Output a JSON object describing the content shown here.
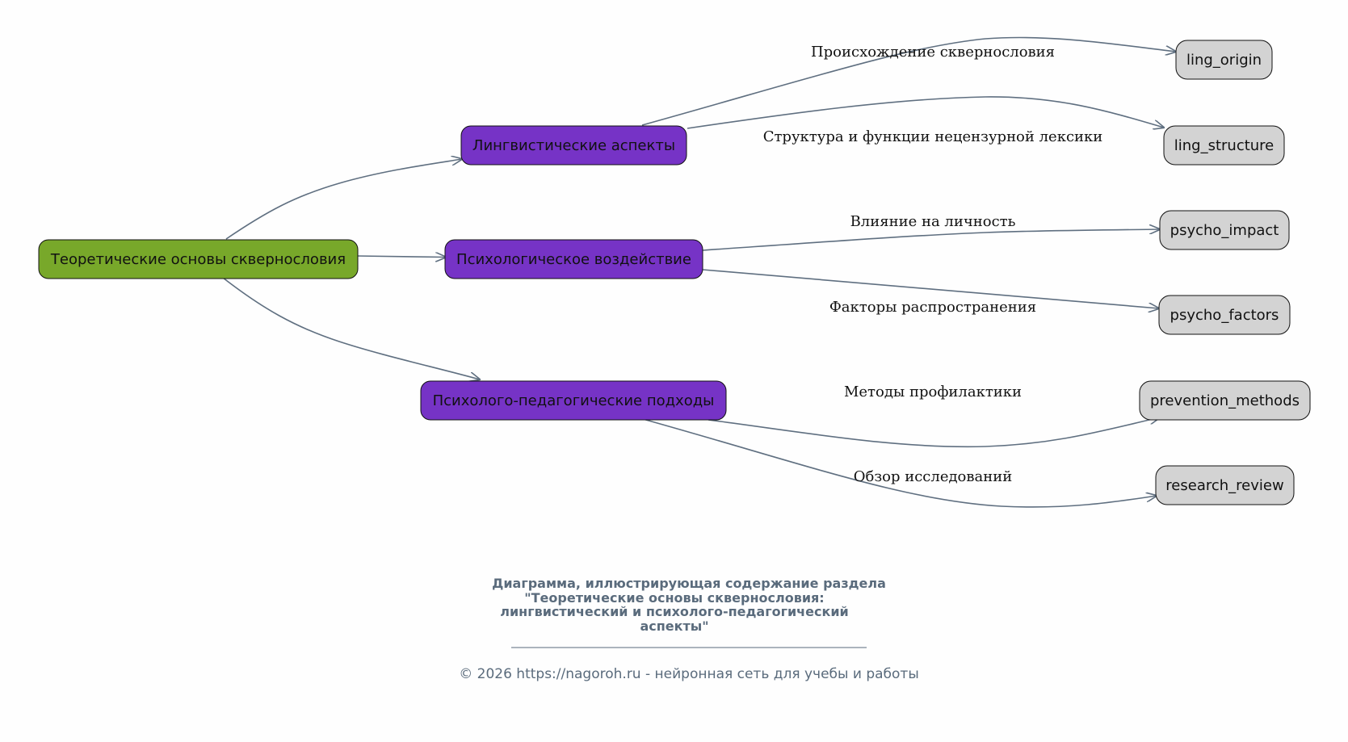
{
  "colors": {
    "root": "#78a82a",
    "category": "#7633c6",
    "leaf": "#d3d3d3",
    "edge": "#5f6f80",
    "caption": "#5a6b7c"
  },
  "nodes": {
    "root": {
      "label": "Теоретические основы сквернословия"
    },
    "ling": {
      "label": "Лингвистические аспекты"
    },
    "psycho": {
      "label": "Психологическое воздействие"
    },
    "pedagog": {
      "label": "Психолого-педагогические подходы"
    },
    "ling_origin": {
      "label": "ling_origin"
    },
    "ling_structure": {
      "label": "ling_structure"
    },
    "psycho_impact": {
      "label": "psycho_impact"
    },
    "psycho_factors": {
      "label": "psycho_factors"
    },
    "prevention_methods": {
      "label": "prevention_methods"
    },
    "research_review": {
      "label": "research_review"
    }
  },
  "edges": [
    {
      "from": "root",
      "to": "ling"
    },
    {
      "from": "root",
      "to": "psycho"
    },
    {
      "from": "root",
      "to": "pedagog"
    },
    {
      "from": "ling",
      "to": "ling_origin",
      "label": "Происхождение сквернословия"
    },
    {
      "from": "ling",
      "to": "ling_structure",
      "label": "Структура и функции нецензурной лексики"
    },
    {
      "from": "psycho",
      "to": "psycho_impact",
      "label": "Влияние на личность"
    },
    {
      "from": "psycho",
      "to": "psycho_factors",
      "label": "Факторы распространения"
    },
    {
      "from": "pedagog",
      "to": "prevention_methods",
      "label": "Методы профилактики"
    },
    {
      "from": "pedagog",
      "to": "research_review",
      "label": "Обзор исследований"
    }
  ],
  "caption": {
    "lines": [
      "Диаграмма, иллюстрирующая содержание раздела",
      "\"Теоретические основы сквернословия:",
      "лингвистический и психолого-педагогический",
      "аспекты\""
    ],
    "copyright": "© 2026 https://nagoroh.ru - нейронная сеть для учебы и работы"
  }
}
